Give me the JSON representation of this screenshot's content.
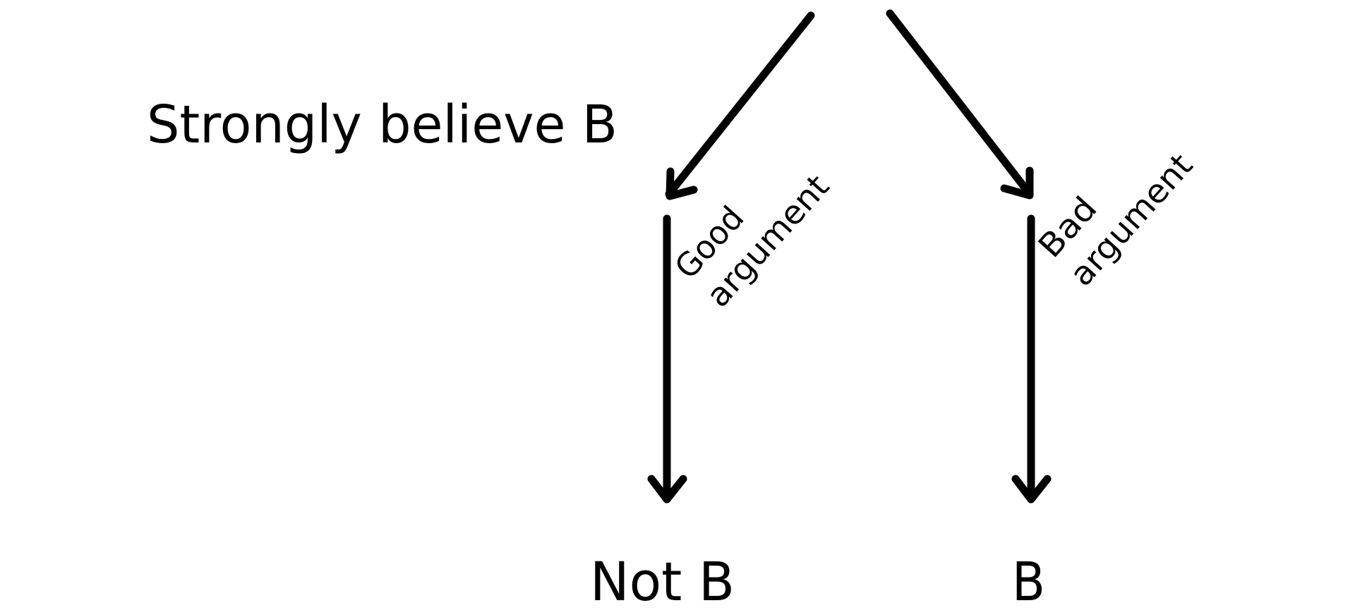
{
  "diagram": {
    "premise_label": "Strongly believe B",
    "good_argument": {
      "line1": "Good",
      "line2": "argument"
    },
    "bad_argument": {
      "line1": "Bad",
      "line2": "argument"
    },
    "outcome_left": "Not B",
    "outcome_right": "B"
  },
  "colors": {
    "ink": "#000000",
    "background": "#ffffff"
  }
}
